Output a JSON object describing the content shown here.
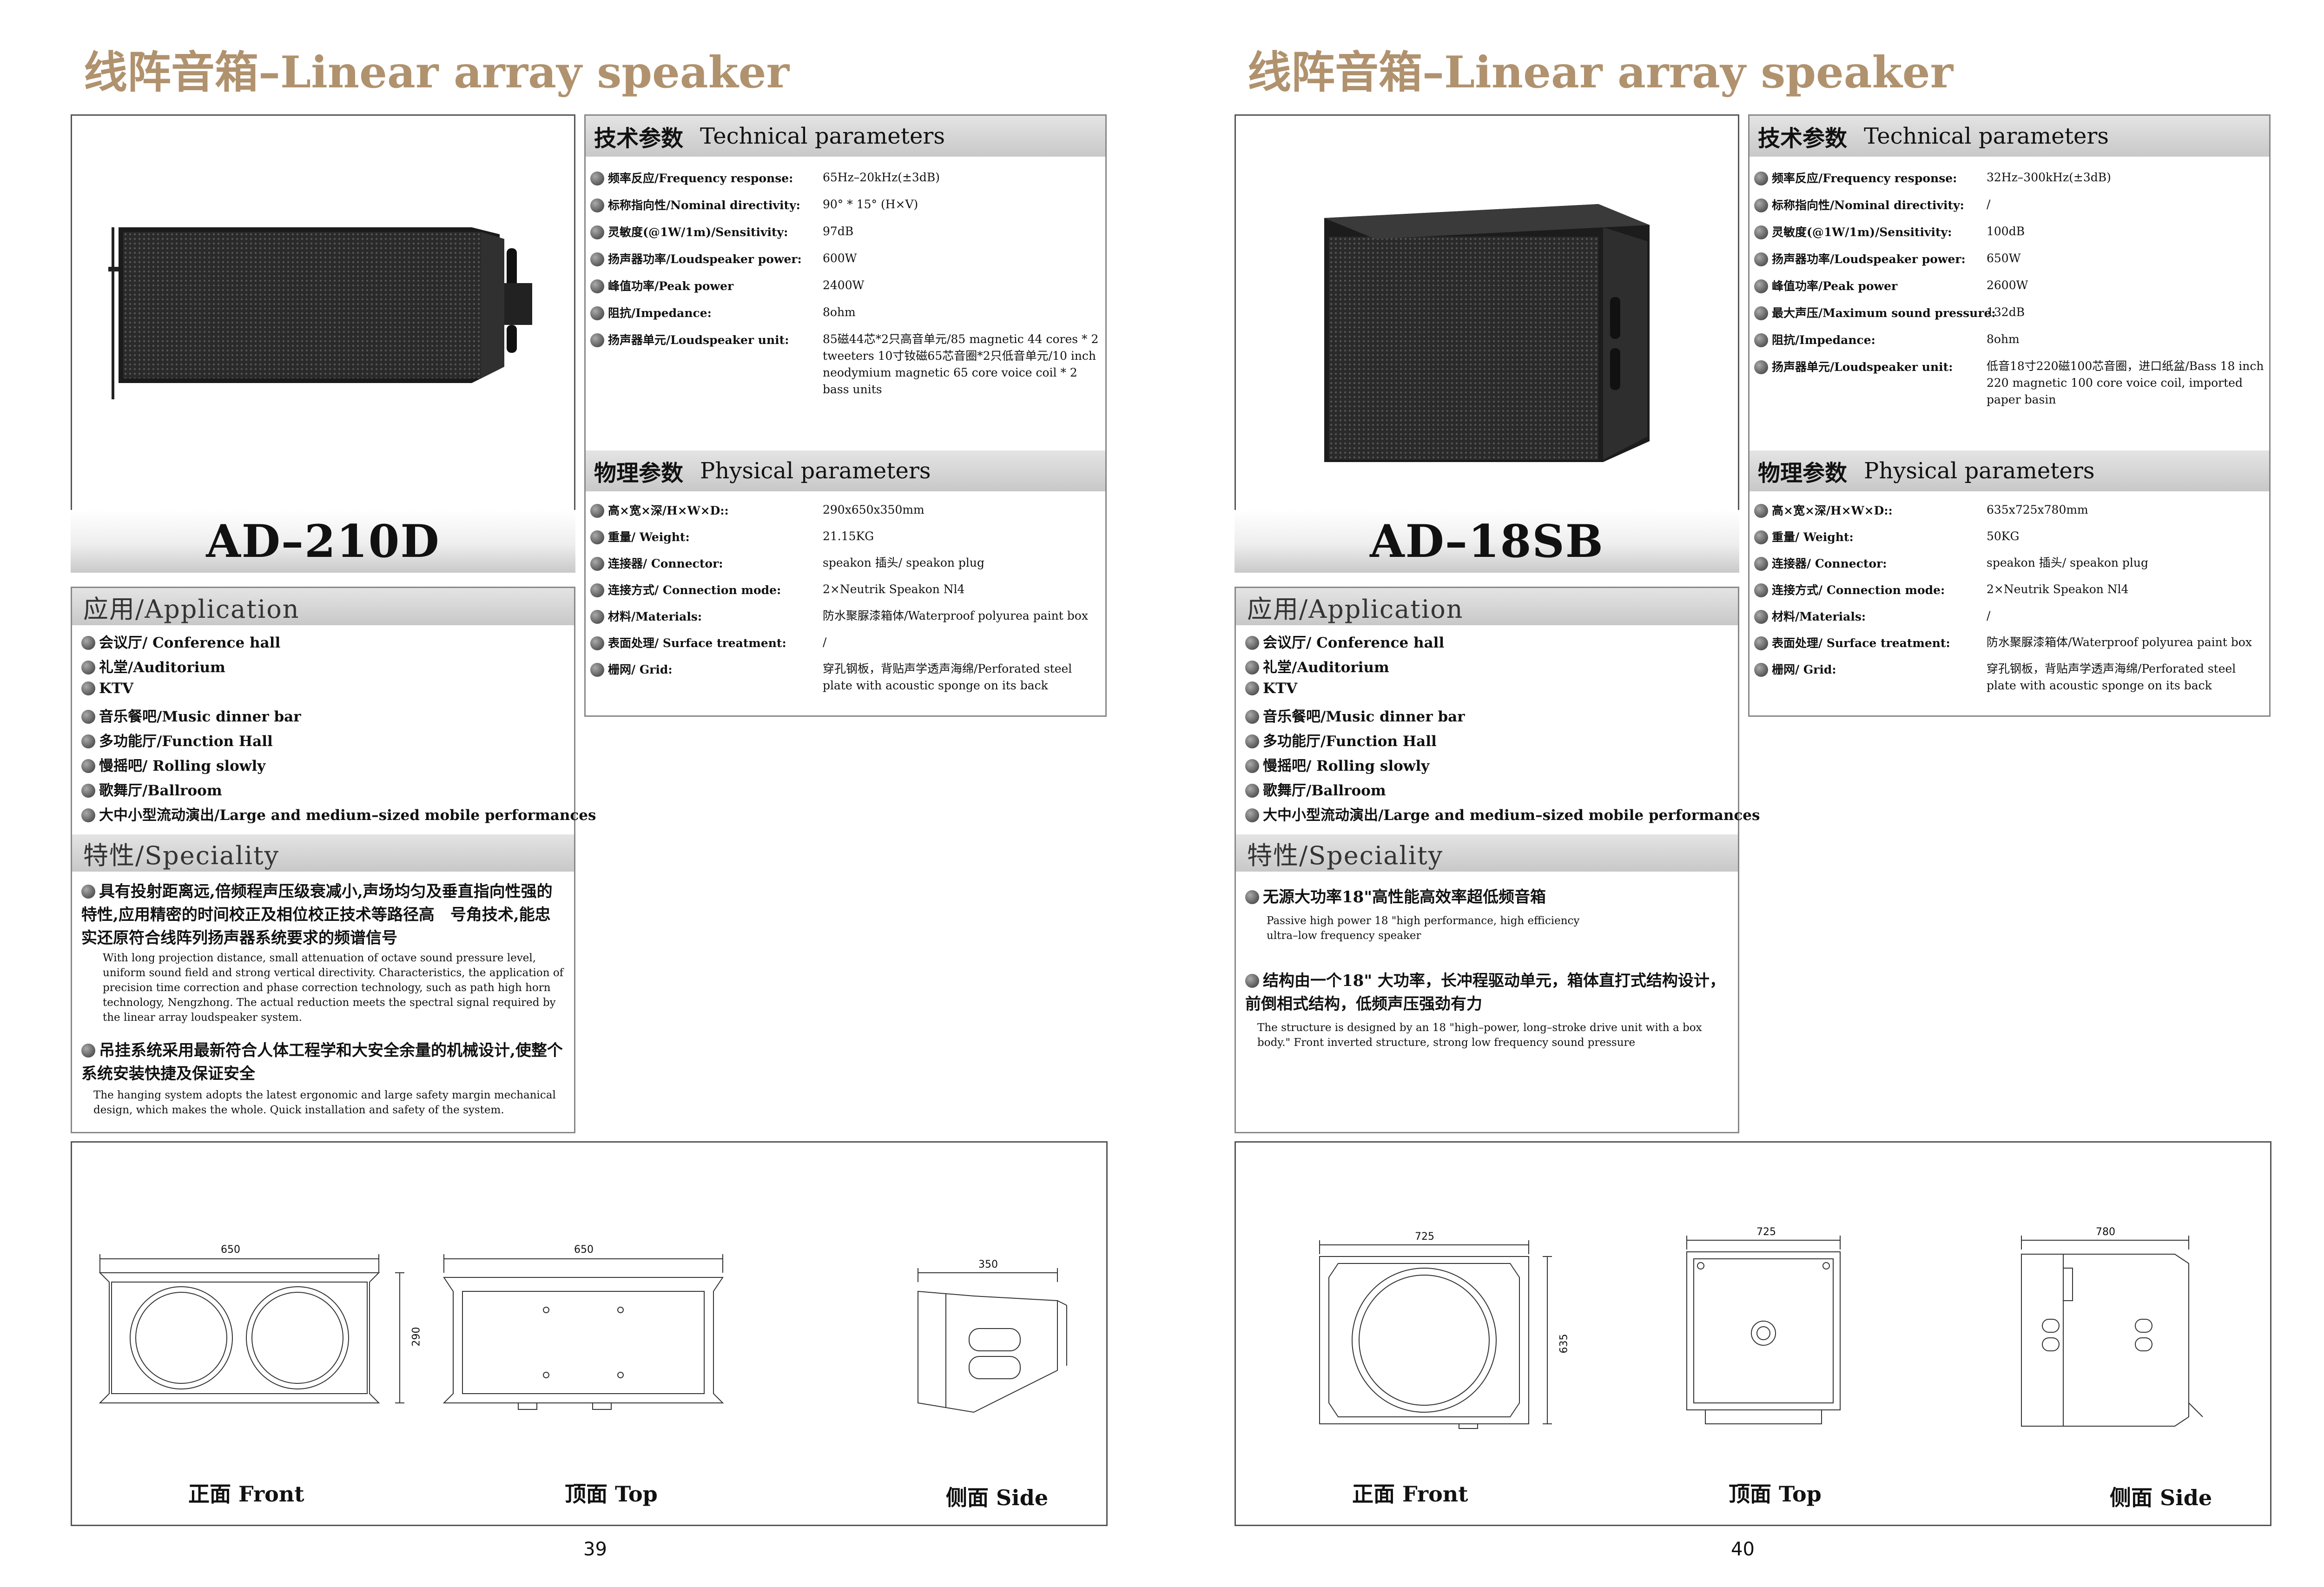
{
  "pages": [
    {
      "header": "线阵音箱–Linear array speaker",
      "model": "AD–210D",
      "tech_head_cn": "技术参数",
      "tech_head_en": "Technical parameters",
      "tech": [
        {
          "k": "频率反应/Frequency response:",
          "v": "65Hz–20kHz(±3dB)"
        },
        {
          "k": "标称指向性/Nominal directivity:",
          "v": "90° * 15° (H×V)"
        },
        {
          "k": "灵敏度(@1W/1m)/Sensitivity:",
          "v": "97dB"
        },
        {
          "k": "扬声器功率/Loudspeaker power:",
          "v": "600W"
        },
        {
          "k": "峰值功率/Peak power",
          "v": "2400W"
        },
        {
          "k": "阻抗/Impedance:",
          "v": "8ohm"
        },
        {
          "k": "扬声器单元/Loudspeaker unit:",
          "v": "85磁44芯*2只高音单元/85 magnetic 44 cores * 2 tweeters 10寸钕磁65芯音圈*2只低音单元/10 inch neodymium magnetic 65 core voice coil * 2 bass units"
        }
      ],
      "phys_head_cn": "物理参数",
      "phys_head_en": "Physical parameters",
      "phys": [
        {
          "k": "高×宽×深/H×W×D::",
          "v": "290x650x350mm"
        },
        {
          "k": "重量/ Weight:",
          "v": "21.15KG"
        },
        {
          "k": "连接器/ Connector:",
          "v": "speakon 插头/ speakon plug"
        },
        {
          "k": "连接方式/ Connection mode:",
          "v": "2×Neutrik Speakon Nl4"
        },
        {
          "k": "材料/Materials:",
          "v": "防水聚脲漆箱体/Waterproof polyurea paint box"
        },
        {
          "k": "表面处理/ Surface treatment:",
          "v": "/"
        },
        {
          "k": "栅网/ Grid:",
          "v": "穿孔钢板，背贴声学透声海绵/Perforated steel plate with acoustic sponge on its back"
        }
      ],
      "app_head": "应用/Application",
      "apps": [
        "会议厅/ Conference hall",
        "礼堂/Auditorium",
        "KTV",
        "音乐餐吧/Music dinner bar",
        "多功能厅/Function Hall",
        "慢摇吧/ Rolling slowly",
        "歌舞厅/Ballroom",
        "大中小型流动演出/Large and medium–sized mobile performances"
      ],
      "spec_head": "特性/Speciality",
      "specs": [
        {
          "cn": "具有投射距离远,倍频程声压级衰减小,声场均匀及垂直指向性强的特性,应用精密的时间校正及相位校正技术等路径高　号角技术,能忠实还原符合线阵列扬声器系统要求的频谱信号",
          "en": "With long projection distance, small attenuation of octave sound pressure level, uniform sound field and strong vertical directivity. Characteristics, the application of precision time correction and phase correction technology, such as path high horn technology, Nengzhong. The actual reduction meets the spectral signal required by the linear array loudspeaker system."
        },
        {
          "cn": "吊挂系统采用最新符合人体工程学和大安全余量的机械设计,使整个系统安装快捷及保证安全",
          "en": "The hanging system adopts the latest ergonomic and large safety margin mechanical design, which makes the whole. Quick installation and safety of the system."
        }
      ],
      "dims": {
        "front_w": "650",
        "front_h": "290",
        "top_w": "650",
        "side_w": "350"
      },
      "views": {
        "front": "正面 Front",
        "top": "顶面 Top",
        "side": "侧面 Side"
      },
      "page_number": "39"
    },
    {
      "header": "线阵音箱–Linear array speaker",
      "model": "AD–18SB",
      "tech_head_cn": "技术参数",
      "tech_head_en": "Technical parameters",
      "tech": [
        {
          "k": "频率反应/Frequency response:",
          "v": "32Hz–300kHz(±3dB)"
        },
        {
          "k": "标称指向性/Nominal directivity:",
          "v": "/"
        },
        {
          "k": "灵敏度(@1W/1m)/Sensitivity:",
          "v": "100dB"
        },
        {
          "k": "扬声器功率/Loudspeaker power:",
          "v": "650W"
        },
        {
          "k": "峰值功率/Peak power",
          "v": "2600W"
        },
        {
          "k": "最大声压/Maximum sound pressure:",
          "v": "132dB"
        },
        {
          "k": "阻抗/Impedance:",
          "v": "8ohm"
        },
        {
          "k": "扬声器单元/Loudspeaker unit:",
          "v": "低音18寸220磁100芯音圈，进口纸盆/Bass 18 inch 220 magnetic 100 core voice coil, imported paper basin"
        }
      ],
      "phys_head_cn": "物理参数",
      "phys_head_en": "Physical parameters",
      "phys": [
        {
          "k": "高×宽×深/H×W×D::",
          "v": "635x725x780mm"
        },
        {
          "k": "重量/ Weight:",
          "v": "50KG"
        },
        {
          "k": "连接器/ Connector:",
          "v": "speakon 插头/ speakon plug"
        },
        {
          "k": "连接方式/ Connection mode:",
          "v": "2×Neutrik Speakon Nl4"
        },
        {
          "k": "材料/Materials:",
          "v": "/"
        },
        {
          "k": "表面处理/ Surface treatment:",
          "v": "防水聚脲漆箱体/Waterproof polyurea paint box"
        },
        {
          "k": "栅网/ Grid:",
          "v": "穿孔钢板，背贴声学透声海绵/Perforated steel plate with acoustic sponge on its back"
        }
      ],
      "app_head": "应用/Application",
      "apps": [
        "会议厅/ Conference hall",
        "礼堂/Auditorium",
        "KTV",
        "音乐餐吧/Music dinner bar",
        "多功能厅/Function Hall",
        "慢摇吧/ Rolling slowly",
        "歌舞厅/Ballroom",
        "大中小型流动演出/Large and medium–sized mobile performances"
      ],
      "spec_head": "特性/Speciality",
      "specs": [
        {
          "cn": "无源大功率18\"高性能高效率超低频音箱",
          "en": "Passive high power 18 \"high performance, high efficiency ultra–low frequency speaker"
        },
        {
          "cn": "结构由一个18\" 大功率，长冲程驱动单元，箱体直打式结构设计，前倒相式结构，低频声压强劲有力",
          "en": "The structure is designed by an 18 \"high–power, long–stroke drive unit with a box body.\" Front inverted structure, strong low frequency sound pressure"
        }
      ],
      "dims": {
        "front_w": "725",
        "front_h": "635",
        "top_w": "725",
        "side_w": "780"
      },
      "views": {
        "front": "正面 Front",
        "top": "顶面 Top",
        "side": "侧面 Side"
      },
      "page_number": "40"
    }
  ]
}
